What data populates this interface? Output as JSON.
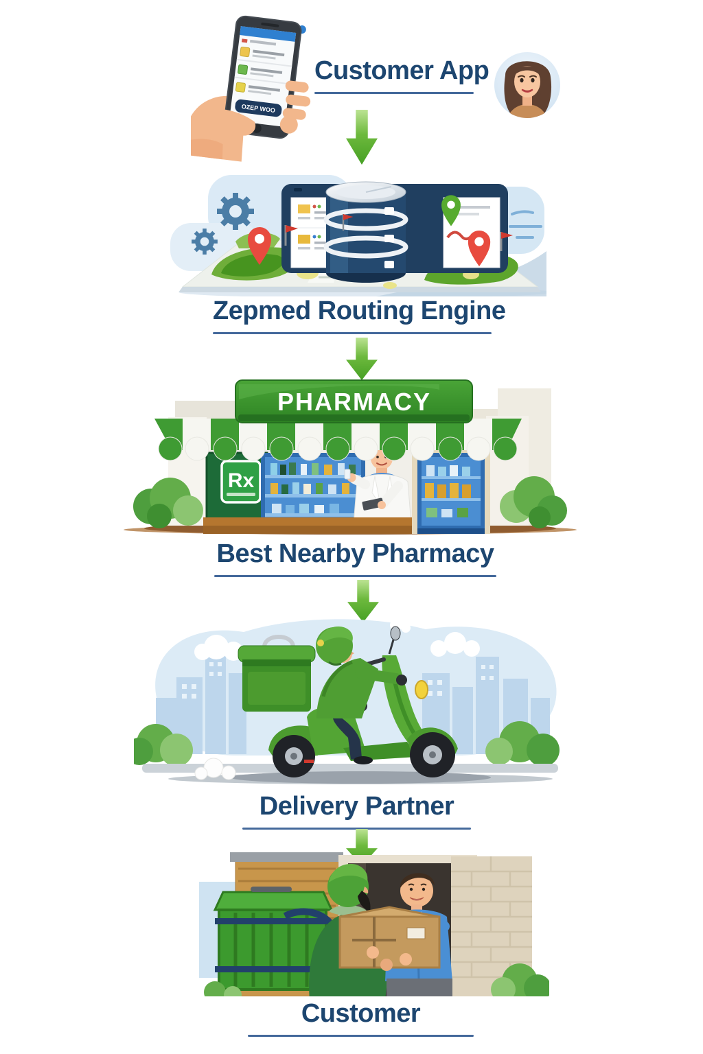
{
  "page": {
    "background": "#ffffff",
    "title_color": "#1d4670",
    "underline_color": "#44699b",
    "arrow_color": "#55a637"
  },
  "sections": {
    "customer_app": {
      "title": "Customer App"
    },
    "routing": {
      "title": "Zepmed Routing Engine"
    },
    "pharmacy": {
      "title": "Best Nearby Pharmacy",
      "sign": "PHARMACY",
      "rx": "Rx"
    },
    "delivery": {
      "title": "Delivery Partner"
    },
    "customer": {
      "title": "Customer"
    }
  },
  "phone": {
    "button_label": "OZEP WOO"
  },
  "icons": {
    "hand-holding-phone-icon": "hand holding smartphone with order list app",
    "woman-avatar-icon": "female customer portrait in circle",
    "gear-icon": "#4b7da6",
    "database-icon": "#24496f",
    "map-pin-icon-red": "#e84b3f",
    "map-pin-icon-green": "#57ab2f",
    "pharmacy-storefront-icon": "green awning pharmacy shop with pharmacist",
    "delivery-scooter-icon": "green scooter rider with delivery box",
    "package-handoff-icon": "courier handing parcel to customer at door"
  }
}
